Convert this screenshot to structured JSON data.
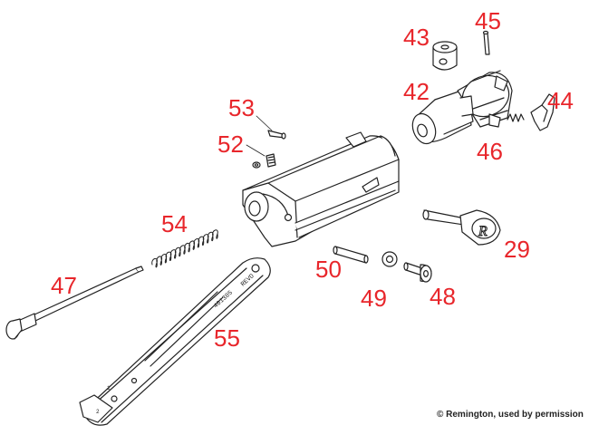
{
  "diagram": {
    "part_labels": {
      "p29": "29",
      "p42": "42",
      "p43": "43",
      "p44": "44",
      "p45": "45",
      "p46": "46",
      "p47": "47",
      "p48": "48",
      "p49": "49",
      "p50": "50",
      "p52": "52",
      "p53": "53",
      "p54": "54",
      "p55": "55"
    },
    "engraving": {
      "part_number": "401305",
      "model": "REVO",
      "mark_a": "2",
      "mark_b": "1"
    },
    "credit": "© Remington, used by permission"
  },
  "colors": {
    "label": "#e8262b",
    "line": "#222222",
    "fill": "#ffffff"
  }
}
